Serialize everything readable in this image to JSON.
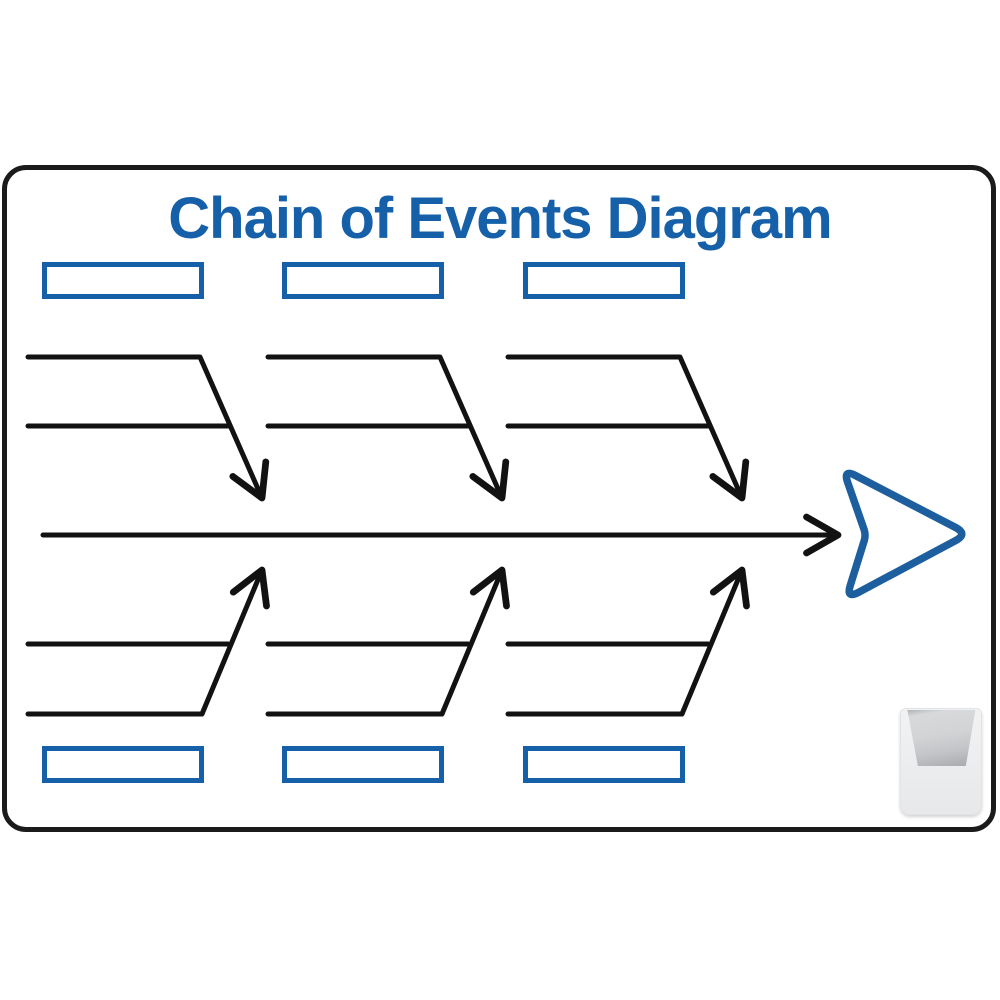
{
  "board": {
    "title": "Chain of Events Diagram",
    "colors": {
      "accent_blue": "#1560a8",
      "chevron_blue": "#1d5f9e",
      "line_black": "#121212",
      "frame_black": "#1b1b1b",
      "tray_gray": "#ebecee"
    }
  },
  "diagram": {
    "type": "fishbone-chain-of-events",
    "spine_direction": "left-to-right",
    "top_event_boxes": [
      "",
      "",
      ""
    ],
    "bottom_event_boxes": [
      "",
      "",
      ""
    ],
    "top_branches": 3,
    "bottom_branches": 3,
    "ribs_per_branch": 2
  }
}
